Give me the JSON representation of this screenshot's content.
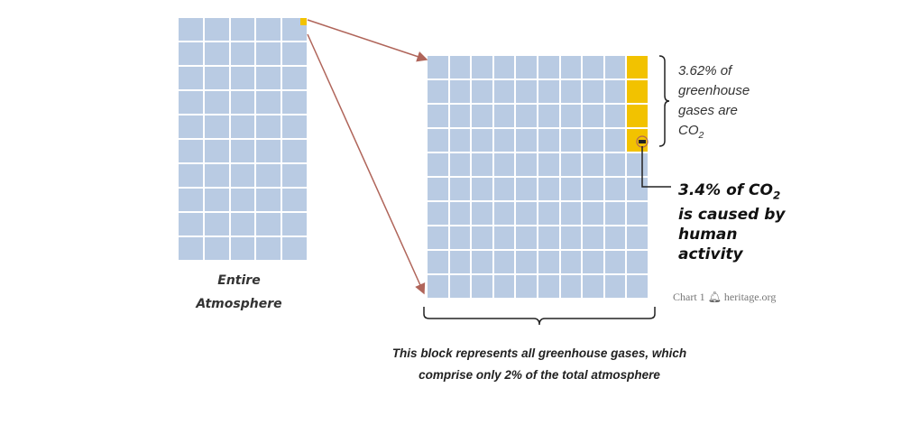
{
  "colors": {
    "cell": "#b9cbe3",
    "co2": "#f2c200",
    "arrow": "#b0655a",
    "human": "#222222"
  },
  "left_block": {
    "columns": 5,
    "rows": 10,
    "label_line1": "Entire",
    "label_line2": "Atmosphere"
  },
  "right_block": {
    "columns": 10,
    "rows": 10,
    "co2_cells_last_column": 4
  },
  "co2_share": {
    "line1": "3.62% of",
    "line2": "greenhouse",
    "line3": "gases are",
    "line4": "CO",
    "line4_sub": "2"
  },
  "human_share": {
    "line1": "3.4% of CO",
    "line1_sub": "2",
    "line2": "is caused by",
    "line3": "human",
    "line4": "activity"
  },
  "source": {
    "chart": "Chart 1",
    "site": "heritage.org",
    "icon": "liberty-bell-icon"
  },
  "caption": {
    "line1": "This block represents all greenhouse gases, which",
    "line2": "comprise only 2% of the total atmosphere"
  }
}
